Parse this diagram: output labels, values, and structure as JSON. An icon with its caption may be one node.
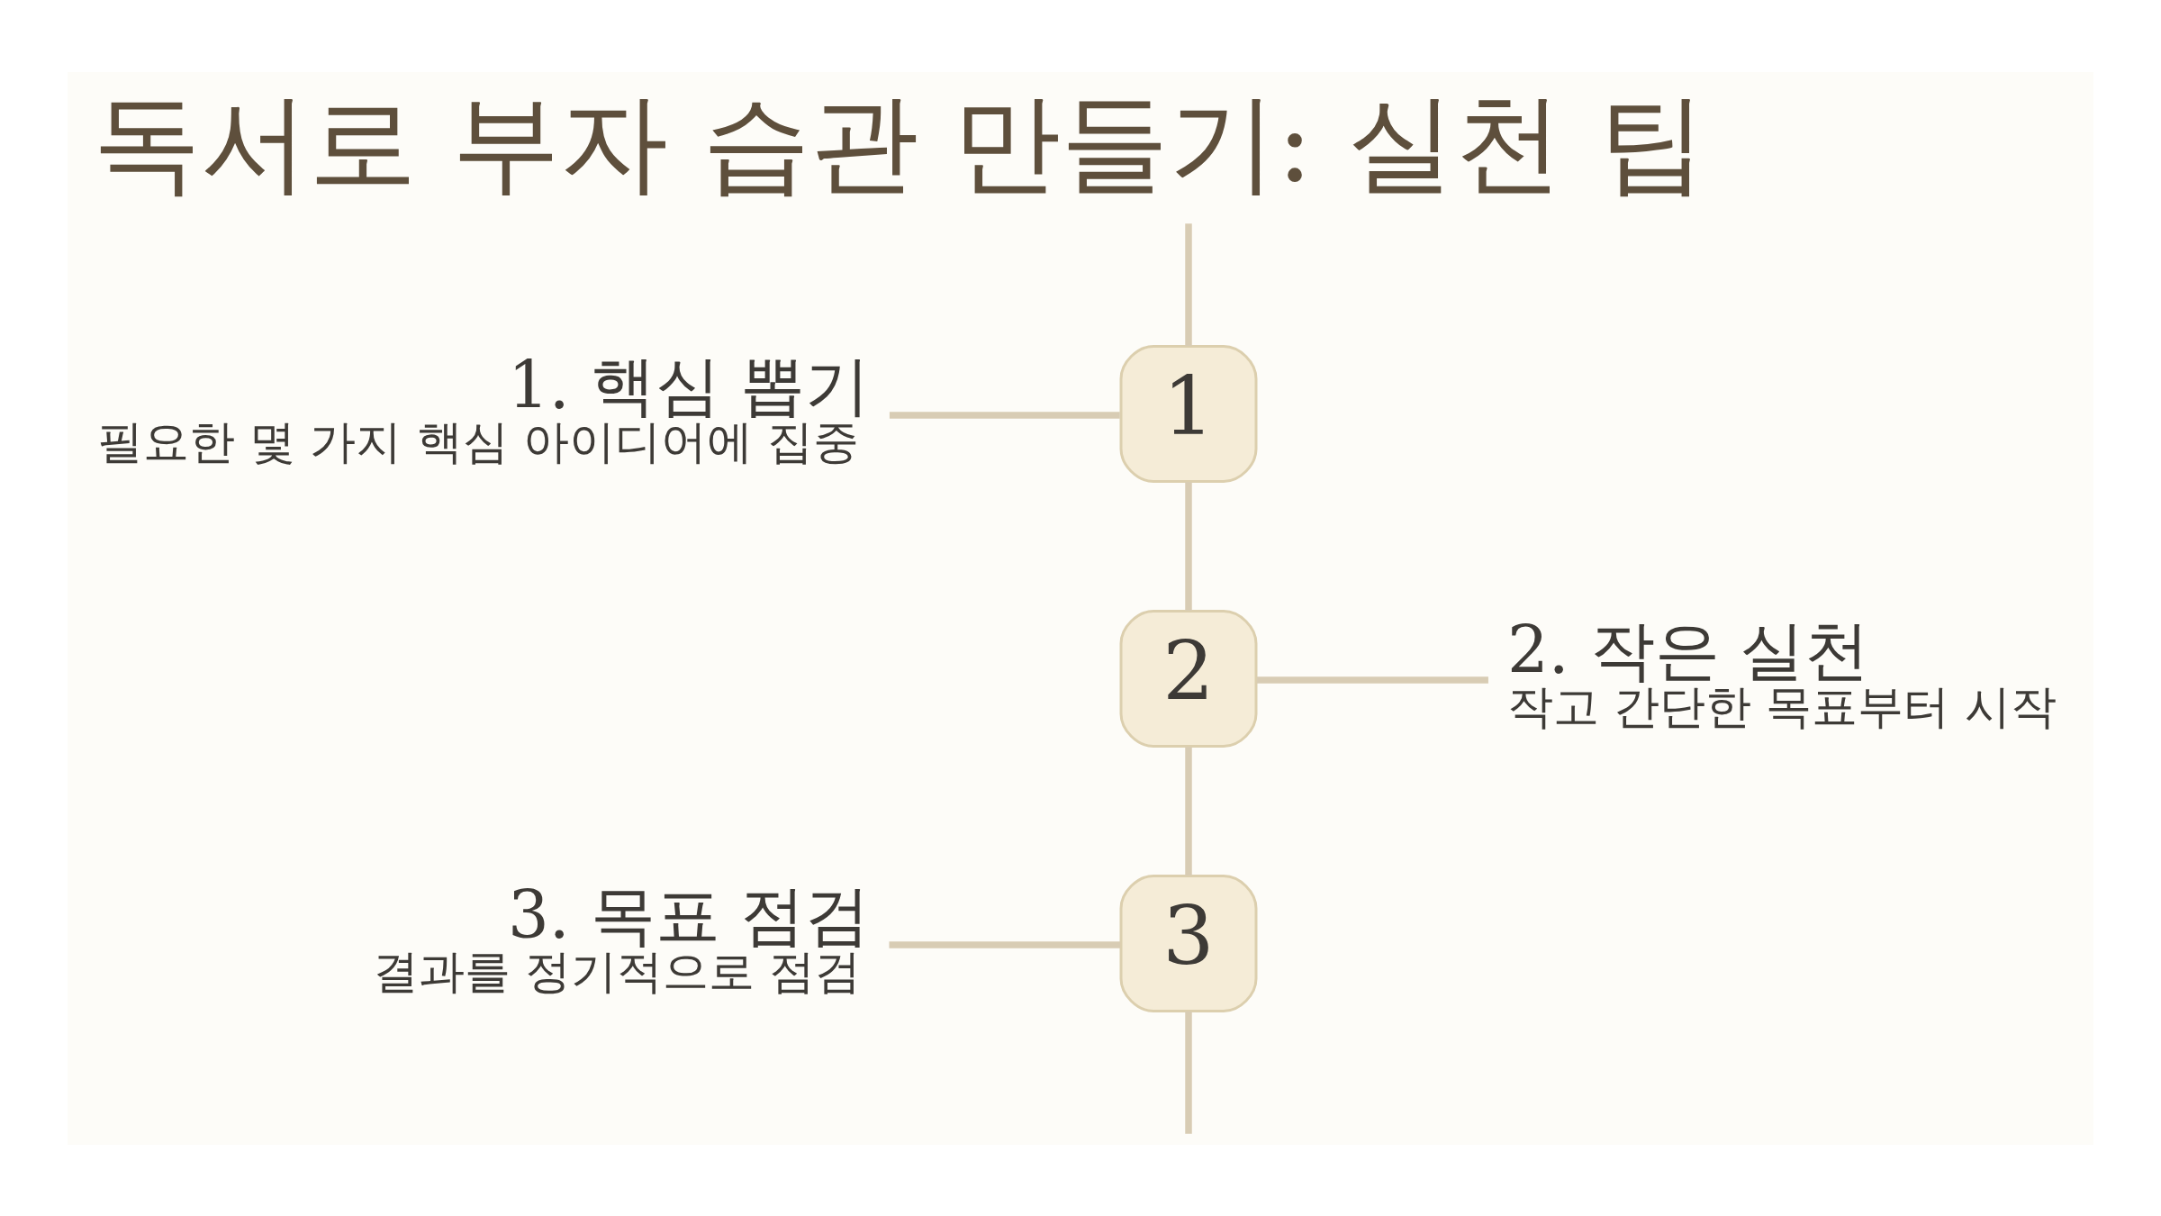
{
  "diagram": {
    "title": "독서로 부자 습관 만들기: 실천 팁",
    "nodes": [
      {
        "text": [
          "1. 핵심 뽑기",
          "필요한 몇 가지 핵심 아이디어에 집중"
        ]
      },
      {
        "text": [
          "1"
        ]
      },
      {
        "text": [
          "2"
        ]
      },
      {
        "text": [
          "2. 작은 실천",
          "작고 간단한 목표부터 시작"
        ]
      },
      {
        "text": [
          "3. 목표 점검",
          "결과를 정기적으로 점검"
        ]
      },
      {
        "text": [
          "3"
        ]
      }
    ],
    "edges": [
      {
        "from": null,
        "to": 1,
        "arrow": "none"
      },
      {
        "from": 0,
        "to": 1,
        "arrow": "none"
      },
      {
        "from": 1,
        "to": 2,
        "arrow": "none"
      },
      {
        "from": 2,
        "to": 3,
        "arrow": "none"
      },
      {
        "from": 2,
        "to": 5,
        "arrow": "none"
      },
      {
        "from": 4,
        "to": 5,
        "arrow": "none"
      },
      {
        "from": 5,
        "to": null,
        "arrow": "none"
      }
    ]
  }
}
